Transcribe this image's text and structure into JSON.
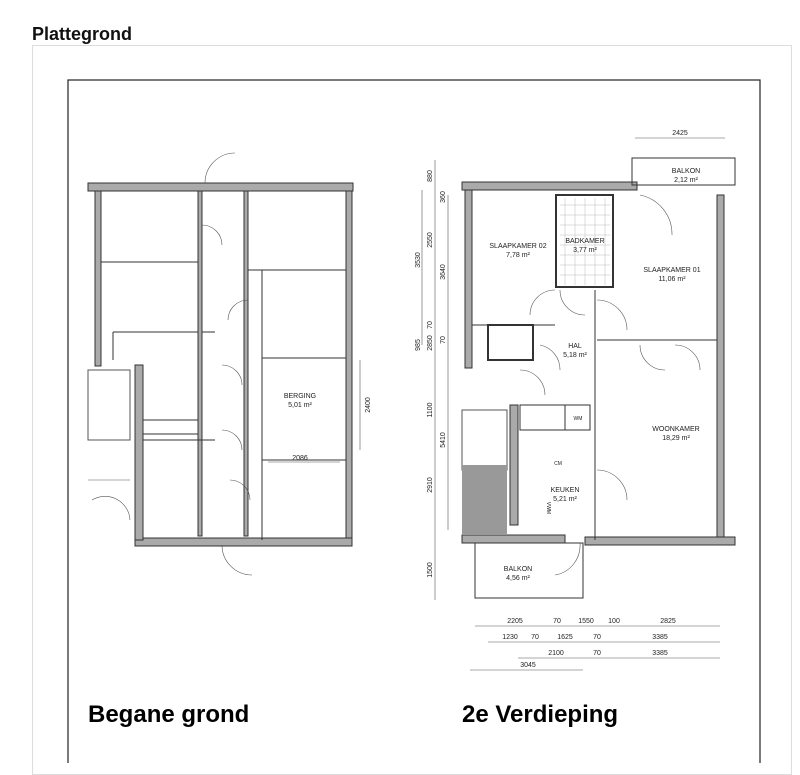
{
  "section_title": "Plattegrond",
  "plans": {
    "ground": {
      "title": "Begane grond",
      "rooms": [
        {
          "name": "BERGING",
          "area": "5,01 m²"
        }
      ],
      "dimensions": [
        "2400",
        "2086"
      ]
    },
    "second": {
      "title": "2e Verdieping",
      "rooms": [
        {
          "name": "SLAAPKAMER 02",
          "area": "7,78 m²"
        },
        {
          "name": "BADKAMER",
          "area": "3,77 m²"
        },
        {
          "name": "SLAAPKAMER 01",
          "area": "11,06 m²"
        },
        {
          "name": "BALKON",
          "area": "2,12 m²"
        },
        {
          "name": "HAL",
          "area": "5,18 m²"
        },
        {
          "name": "WOONKAMER",
          "area": "18,29 m²"
        },
        {
          "name": "KEUKEN",
          "area": "5,21 m²"
        },
        {
          "name": "BALKON",
          "area": "4,56 m²"
        }
      ],
      "labels": {
        "cm": "CM",
        "wm": "WM",
        "vaat": "VWM"
      },
      "dims_top": "2425",
      "dims_left": [
        "880",
        "360",
        "3530",
        "2550",
        "3640",
        "70",
        "985",
        "2850",
        "70",
        "1100",
        "5410",
        "2910",
        "1500"
      ],
      "dims_bottom": [
        [
          "2205",
          "70",
          "1550",
          "100",
          "2825"
        ],
        [
          "1230",
          "70",
          "1625",
          "70",
          "3385"
        ],
        [
          "2100",
          "70",
          "3385"
        ],
        [
          "3045"
        ]
      ]
    }
  }
}
